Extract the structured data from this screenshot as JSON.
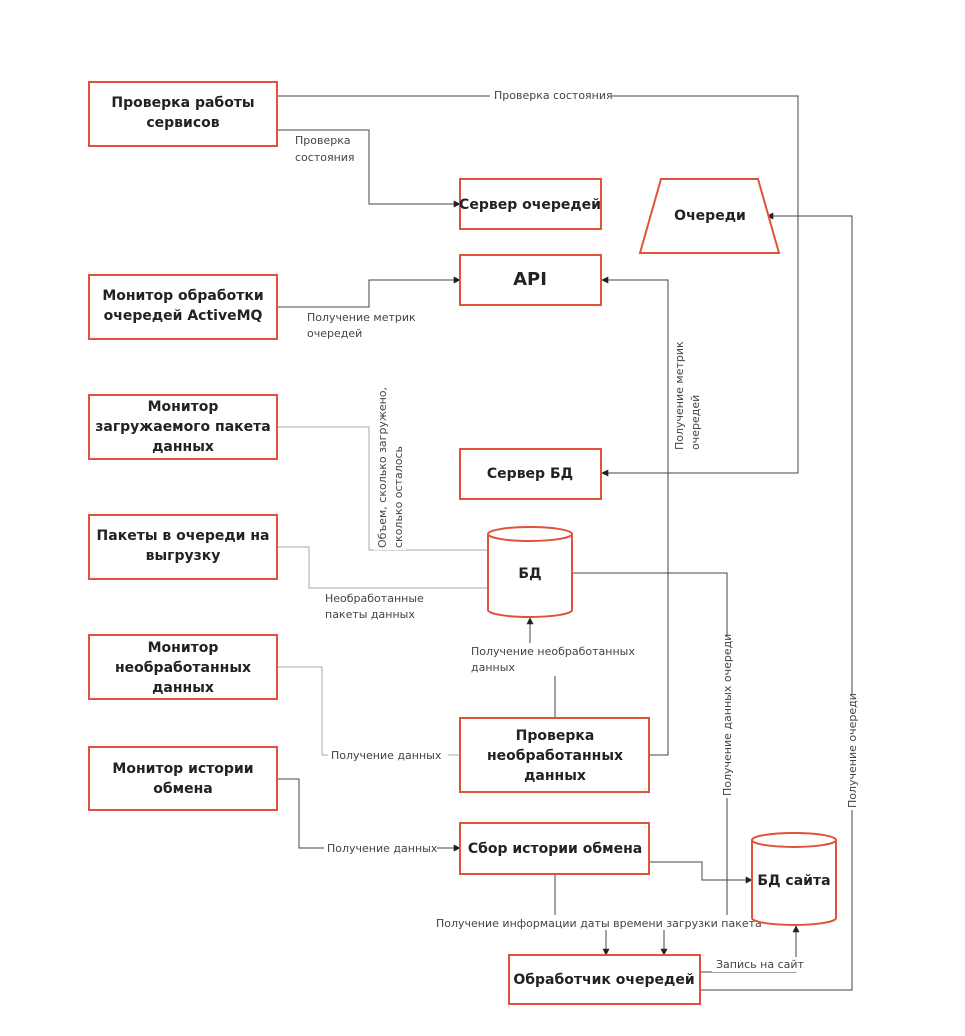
{
  "nodes": {
    "check_services": [
      "Проверка работы",
      "сервисов"
    ],
    "queue_server": [
      "Сервер очередей"
    ],
    "queues": [
      "Очереди"
    ],
    "api": [
      "API"
    ],
    "mq_monitor": [
      "Монитор обработки",
      "очередей ActiveMQ"
    ],
    "package_monitor": [
      "Монитор",
      "загружаемого пакета",
      "данных"
    ],
    "db_server": [
      "Сервер БД"
    ],
    "upload_queue": [
      "Пакеты в очереди на",
      "выгрузку"
    ],
    "db": [
      "БД"
    ],
    "unprocessed_monitor": [
      "Монитор",
      "необработанных",
      "данных"
    ],
    "check_unprocessed": [
      "Проверка",
      "необработанных",
      "данных"
    ],
    "history_monitor": [
      "Монитор истории",
      "обмена"
    ],
    "history_collect": [
      "Сбор истории обмена"
    ],
    "site_db": [
      "БД сайта"
    ],
    "queue_handler": [
      "Обработчик очередей"
    ]
  },
  "edges": {
    "status_top": [
      "Проверка состояния"
    ],
    "status_left": [
      "Проверка",
      "состояния"
    ],
    "queue_metrics": [
      "Получение метрик",
      "очередей"
    ],
    "volume_loaded": [
      "Объем, сколько загружено,",
      "сколько осталось"
    ],
    "queue_metrics_vertical": [
      "Получение метрик",
      "очередей"
    ],
    "unprocessed_packages": [
      "Необработанные",
      "пакеты данных"
    ],
    "get_unprocessed": [
      "Получение необработанных",
      "данных"
    ],
    "get_data_1": [
      "Получение данных"
    ],
    "get_data_2": [
      "Получение данных"
    ],
    "get_queue_data": [
      "Получение данных очереди"
    ],
    "get_queues": [
      "Получение очереди"
    ],
    "get_load_time": [
      "Получение информации даты времени загрузки пакета"
    ],
    "site_write": [
      "Запись на сайт"
    ]
  }
}
